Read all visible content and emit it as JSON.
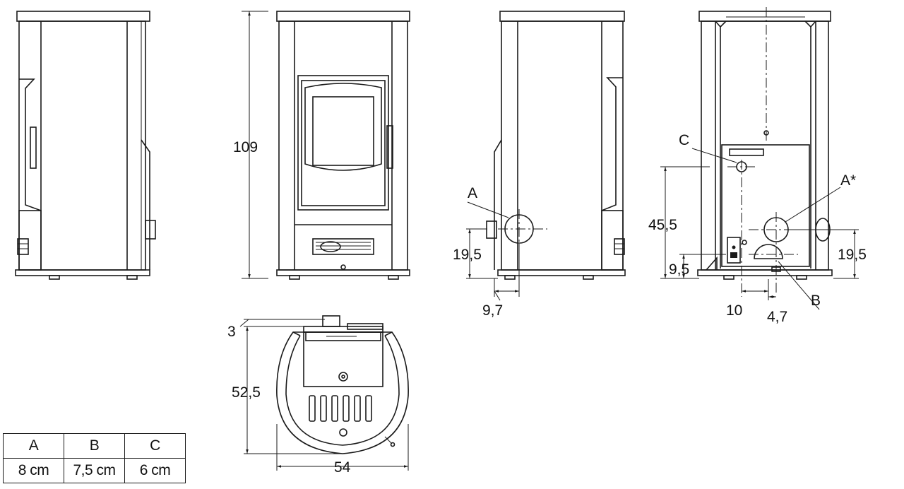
{
  "dimensions": {
    "height": "109",
    "top_offset": "3",
    "depth": "52,5",
    "width": "54",
    "side_flue_height": "19,5",
    "side_flue_offset": "9,7",
    "rear_c_height": "45,5",
    "rear_a_height": "19,5",
    "rear_b_height": "9,5",
    "rear_b_offset": "10",
    "rear_b_distance": "4,7"
  },
  "labels": {
    "side_a": "A",
    "rear_c": "C",
    "rear_a_star": "A*",
    "rear_b": "B"
  },
  "spec_table": {
    "headers": [
      "A",
      "B",
      "C"
    ],
    "values": [
      "8 cm",
      "7,5 cm",
      "6 cm"
    ]
  }
}
